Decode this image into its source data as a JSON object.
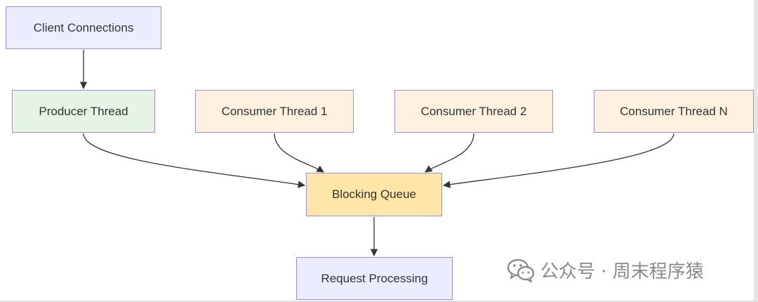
{
  "nodes": [
    {
      "id": "client",
      "label": "Client Connections",
      "fill": "#ececff"
    },
    {
      "id": "producer",
      "label": "Producer Thread",
      "fill": "#e6f4e6"
    },
    {
      "id": "consumer1",
      "label": "Consumer Thread 1",
      "fill": "#fff1e0"
    },
    {
      "id": "consumer2",
      "label": "Consumer Thread 2",
      "fill": "#fff1e0"
    },
    {
      "id": "consumerN",
      "label": "Consumer Thread N",
      "fill": "#fff1e0"
    },
    {
      "id": "queue",
      "label": "Blocking Queue",
      "fill": "#fde6a8"
    },
    {
      "id": "processing",
      "label": "Request Processing",
      "fill": "#ececff"
    }
  ],
  "edges": [
    {
      "from": "client",
      "to": "producer"
    },
    {
      "from": "producer",
      "to": "queue"
    },
    {
      "from": "consumer1",
      "to": "queue"
    },
    {
      "from": "consumer2",
      "to": "queue"
    },
    {
      "from": "consumerN",
      "to": "queue"
    },
    {
      "from": "queue",
      "to": "processing"
    }
  ],
  "watermark": {
    "text": "公众号 · 周末程序猿",
    "icon": "wechat-icon"
  },
  "colors": {
    "border": "#9c8ed8",
    "edge": "#333333",
    "text": "#333333"
  }
}
